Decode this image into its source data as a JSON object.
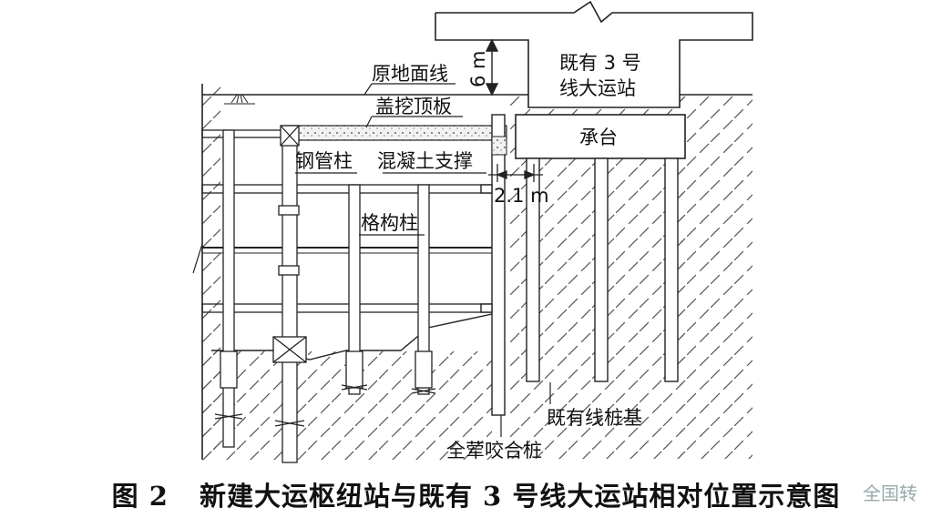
{
  "labels": {
    "ground_line": "原地面线",
    "cover_slab": "盖挖顶板",
    "steel_column": "钢管柱",
    "concrete_support": "混凝土支撑",
    "lattice_column": "格构柱",
    "station_name_1": "既有 3 号",
    "station_name_2": "线大运站",
    "pile_cap": "承台",
    "existing_pile": "既有线桩基",
    "secant_pile": "全荤咬合桩",
    "depth_dim": "6 m",
    "distance_dim": "2.1 m"
  },
  "caption": {
    "number": "图 2",
    "text": "新建大运枢纽站与既有 3 号线大运站相对位置示意图"
  },
  "watermark": "全国转"
}
